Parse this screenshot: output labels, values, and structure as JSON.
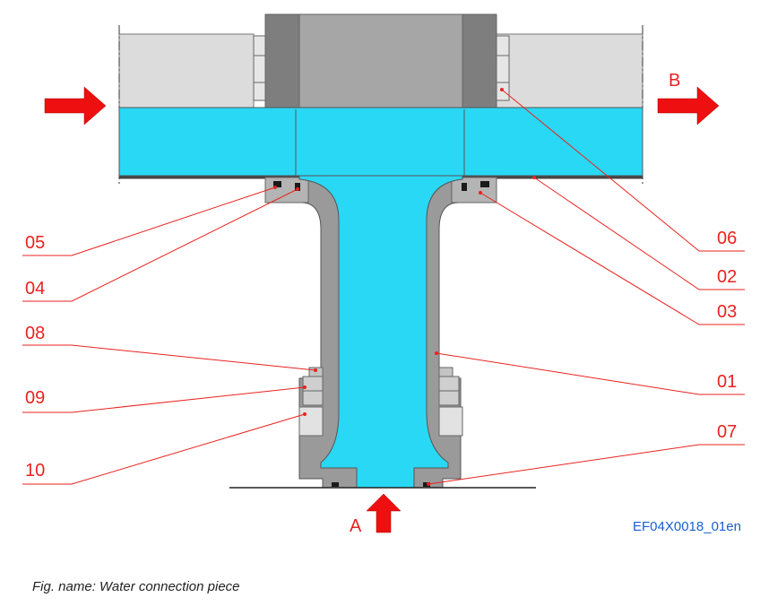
{
  "diagram": {
    "caption": "Fig. name: Water connection piece",
    "figure_code": "EF04X0018_01en",
    "flow_labels": {
      "inlet": "A",
      "outlet": "B"
    },
    "part_labels": {
      "p01": "01",
      "p02": "02",
      "p03": "03",
      "p04": "04",
      "p05": "05",
      "p06": "06",
      "p07": "07",
      "p08": "08",
      "p09": "09",
      "p10": "10"
    },
    "colors": {
      "water": "#29d8f4",
      "steel": "#9a9a9a",
      "housing": "#dcdcdc",
      "callout": "#e8231f",
      "arrow": "#ee1010",
      "figure_code": "#1a5fd0"
    }
  }
}
